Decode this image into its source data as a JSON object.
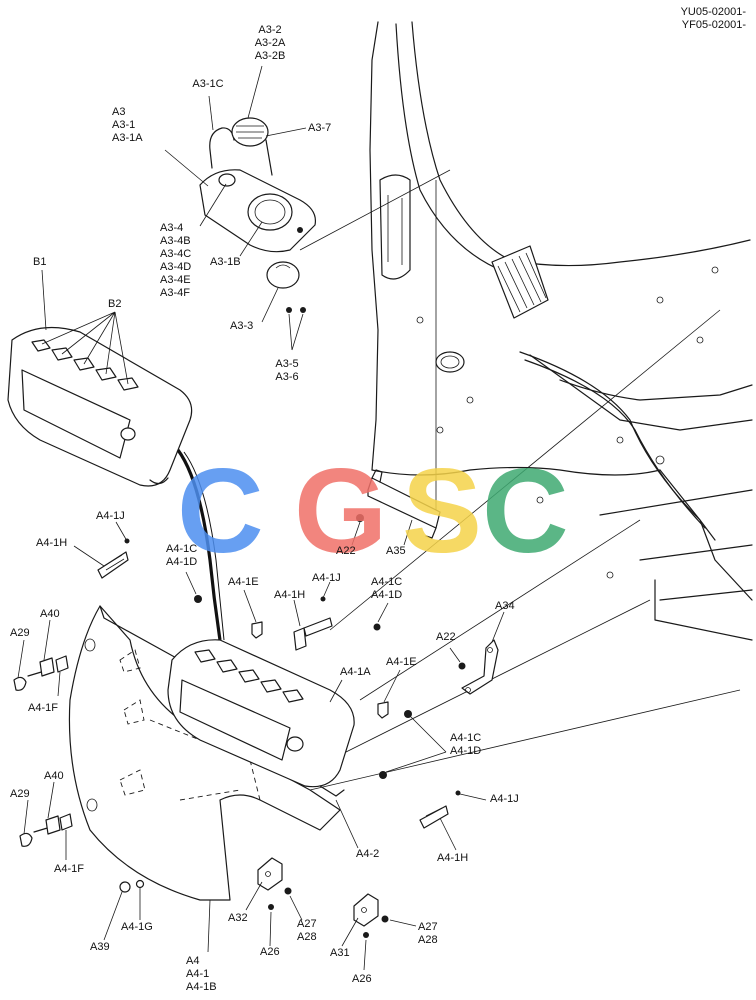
{
  "header": {
    "codes": [
      "YU05-02001-",
      "YF05-02001-"
    ]
  },
  "watermark": {
    "letters": [
      "C",
      "G",
      "S",
      "C"
    ],
    "colors": [
      "#4d8ff0",
      "#f07068",
      "#f5d34a",
      "#3faa72"
    ]
  },
  "callouts": {
    "a3_2": "A3-2\nA3-2A\nA3-2B",
    "a3_1c": "A3-1C",
    "a3": "A3\nA3-1\nA3-1A",
    "a3_7": "A3-7",
    "a3_4": "A3-4\nA3-4B\nA3-4C\nA3-4D\nA3-4E\nA3-4F",
    "a3_1b": "A3-1B",
    "a3_3": "A3-3",
    "a3_5": "A3-5\nA3-6",
    "b1": "B1",
    "b2": "B2",
    "a22_top": "A22",
    "a35": "A35",
    "a4_1j_left": "A4-1J",
    "a4_1h_left": "A4-1H",
    "a4_1c_left": "A4-1C\nA4-1D",
    "a4_1e_left": "A4-1E",
    "a4_1j_mid": "A4-1J",
    "a4_1h_mid": "A4-1H",
    "a4_1c_mid": "A4-1C\nA4-1D",
    "a40_top": "A40",
    "a29_top": "A29",
    "a4_1f_top": "A4-1F",
    "a4_1a": "A4-1A",
    "a4_1e_right": "A4-1E",
    "a34": "A34",
    "a22_right": "A22",
    "a4_1c_right": "A4-1C\nA4-1D",
    "a40_bottom": "A40",
    "a29_bottom": "A29",
    "a4_1f_bottom": "A4-1F",
    "a4_2": "A4-2",
    "a4_1j_right": "A4-1J",
    "a4_1h_right": "A4-1H",
    "a32": "A32",
    "a27_left": "A27\nA28",
    "a26_left": "A26",
    "a39": "A39",
    "a4_1g": "A4-1G",
    "a4": "A4\nA4-1\nA4-1B",
    "a31": "A31",
    "a27_right": "A27\nA28",
    "a26_right": "A26"
  }
}
